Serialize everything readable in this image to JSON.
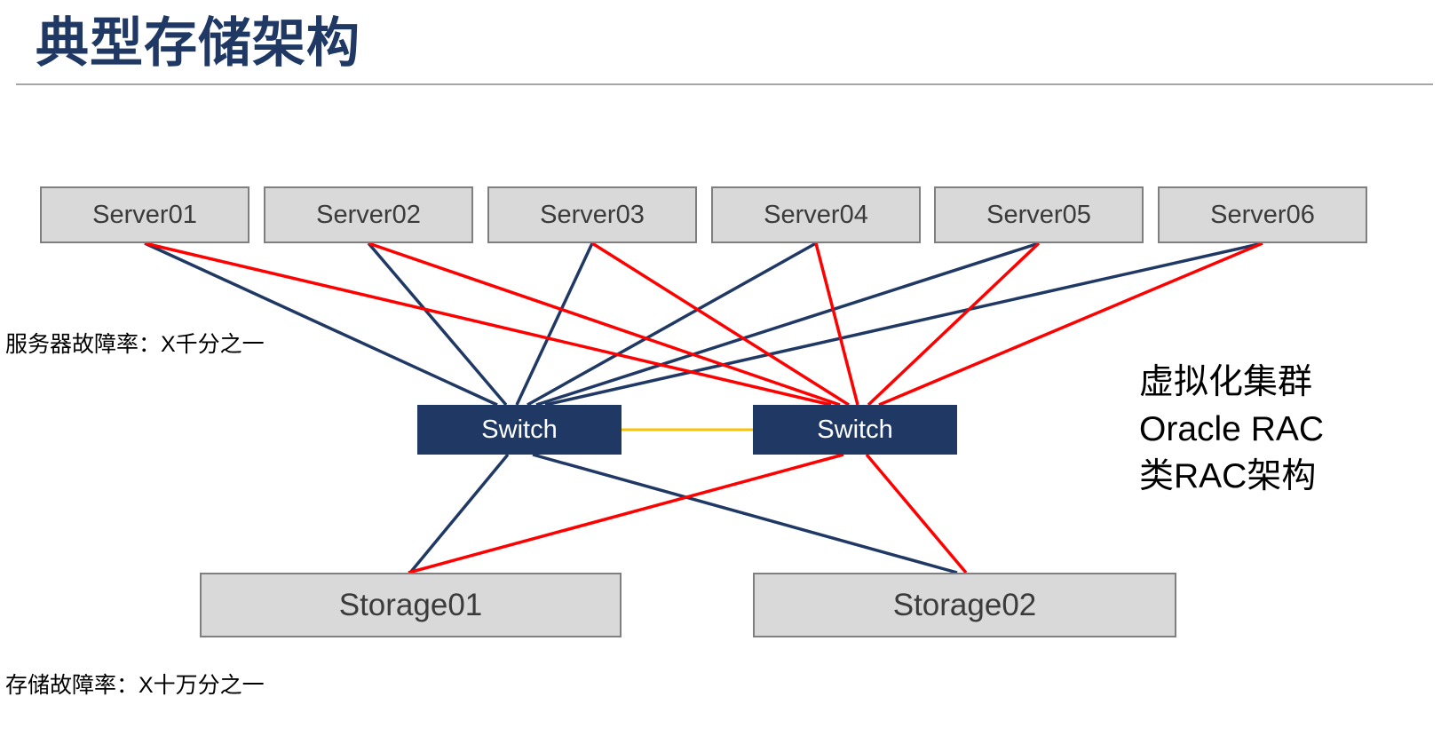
{
  "title": "典型存储架构",
  "notes": {
    "server_failure_rate": "服务器故障率：X千分之一",
    "storage_failure_rate": "存储故障率：X十万分之一"
  },
  "annotation": {
    "line1": "虚拟化集群",
    "line2": "Oracle RAC",
    "line3": "类RAC架构"
  },
  "nodes": {
    "servers": [
      {
        "label": "Server01"
      },
      {
        "label": "Server02"
      },
      {
        "label": "Server03"
      },
      {
        "label": "Server04"
      },
      {
        "label": "Server05"
      },
      {
        "label": "Server06"
      }
    ],
    "switches": [
      {
        "label": "Switch"
      },
      {
        "label": "Switch"
      }
    ],
    "storages": [
      {
        "label": "Storage01"
      },
      {
        "label": "Storage02"
      }
    ]
  },
  "colors": {
    "navy": "#1f3864",
    "red": "#ff0000",
    "orange": "#ffc000",
    "box_fill": "#d9d9d9",
    "box_border": "#7f7f7f"
  }
}
